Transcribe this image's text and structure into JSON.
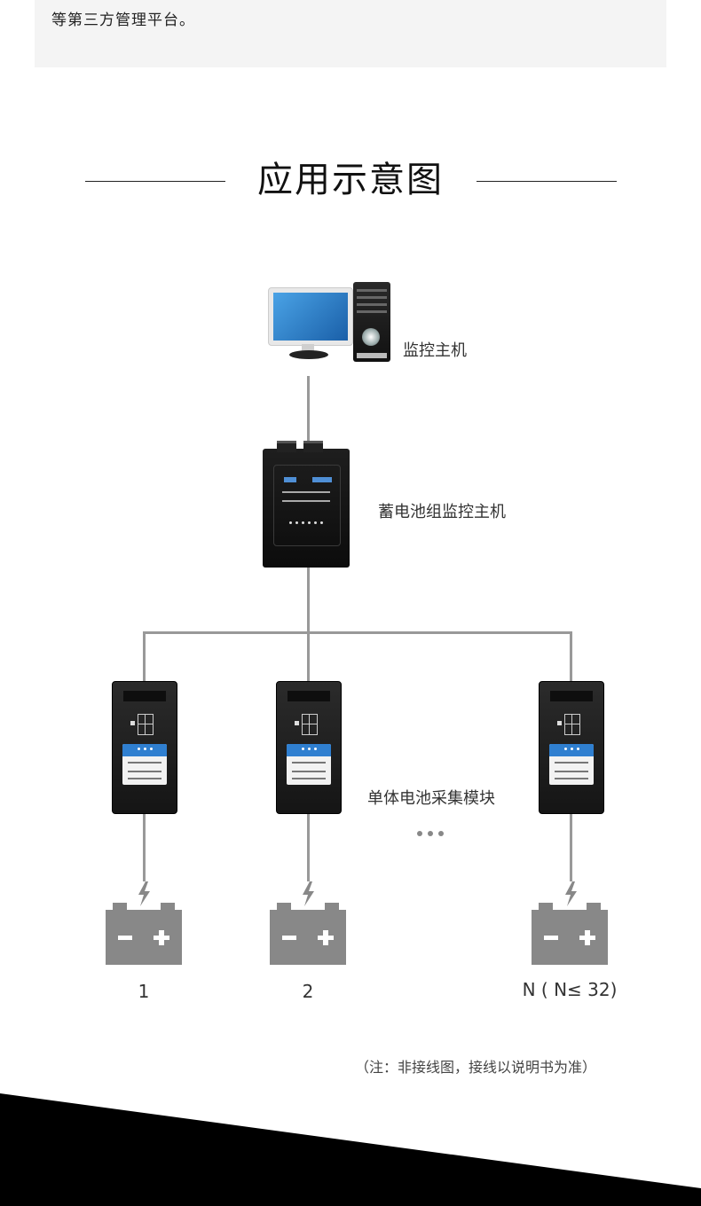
{
  "intro": {
    "text_fragment": "等第三方管理平台。"
  },
  "section": {
    "title": "应用示意图"
  },
  "nodes": {
    "monitor_host": "监控主机",
    "battery_group_host": "蓄电池组监控主机",
    "cell_module": "单体电池采集模块"
  },
  "batteries": [
    {
      "label": "1"
    },
    {
      "label": "2"
    },
    {
      "label": "N ( N≤ 32)"
    }
  ],
  "note": "（注：非接线图，接线以说明书为准）",
  "colors": {
    "wire": "#999999",
    "battery": "#888888",
    "accent_blue": "#2f7fd0"
  }
}
